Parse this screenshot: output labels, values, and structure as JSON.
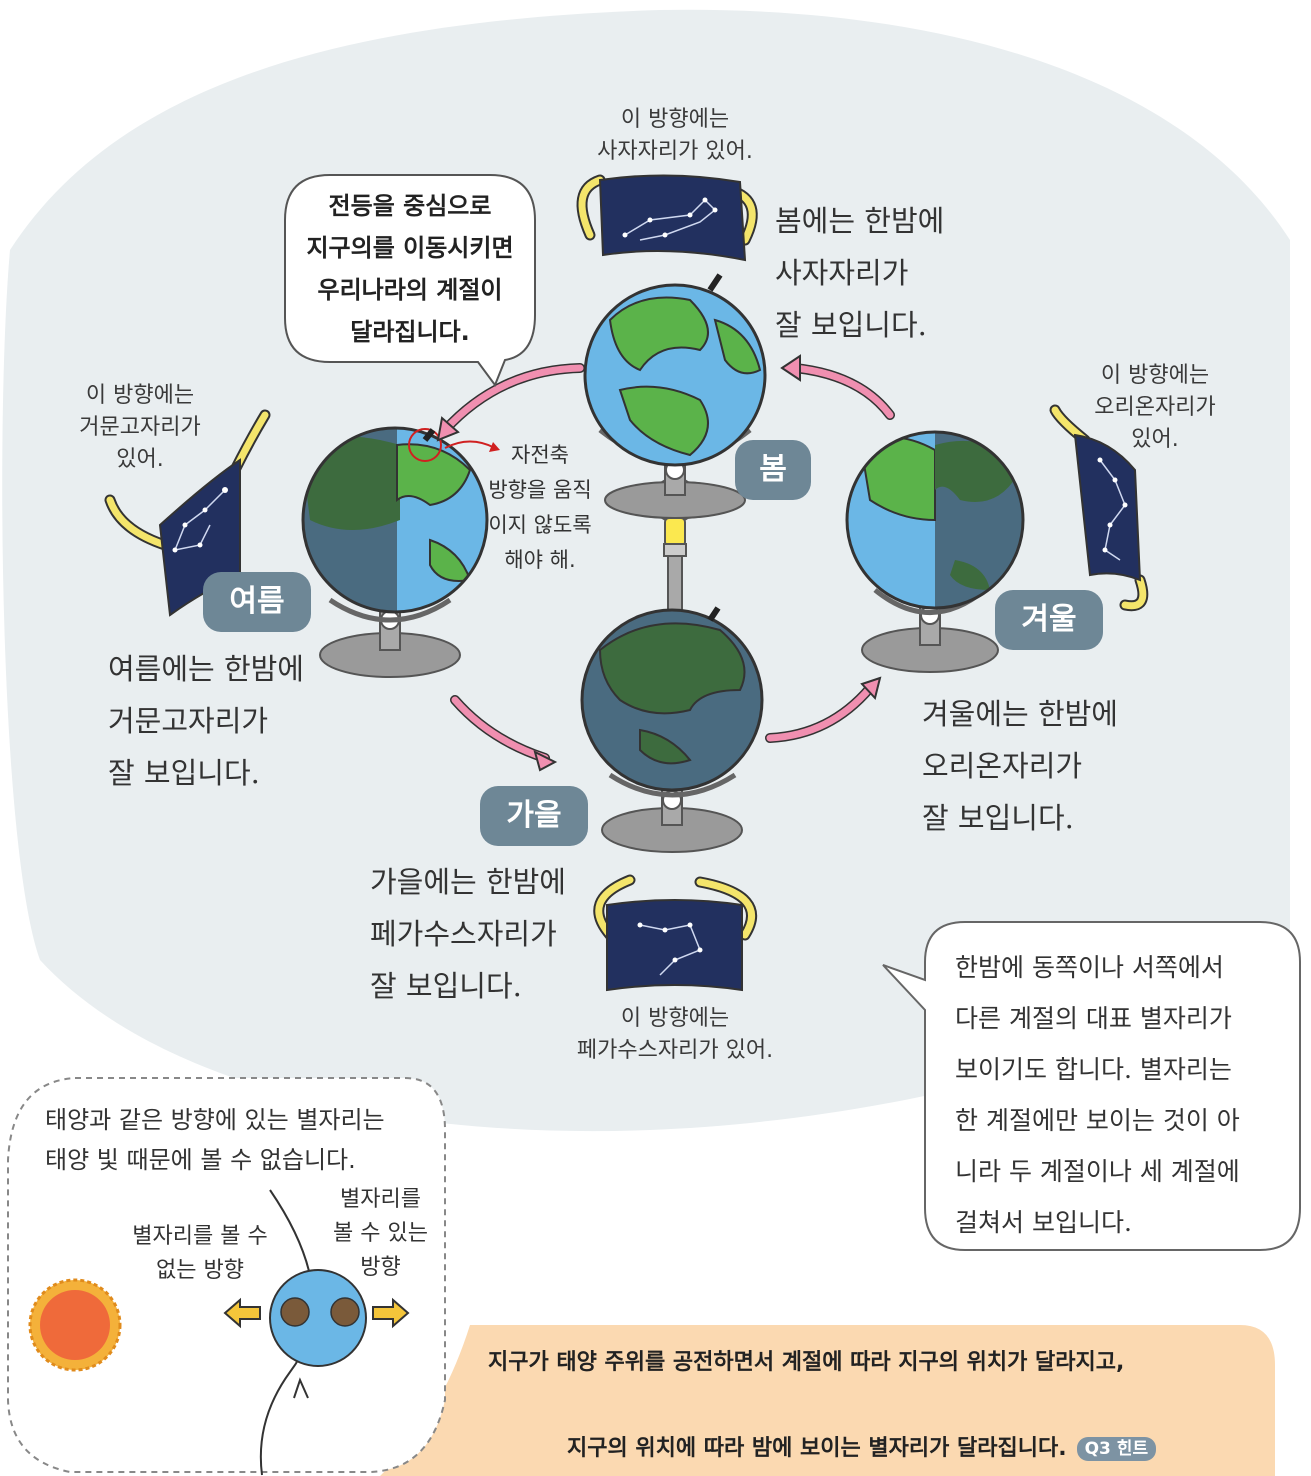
{
  "bubble_main": "전등을 중심으로\n지구의를 이동시키면\n우리나라의 계절이\n달라집니다.",
  "axis_note": "자전축\n방향을 움직\n이지 않도록\n해야 해.",
  "seasons": {
    "spring": {
      "badge": "봄",
      "direction_note": "이 방향에는\n사자자리가 있어.",
      "description": "봄에는 한밤에\n사자자리가\n잘 보입니다."
    },
    "summer": {
      "badge": "여름",
      "direction_note": "이 방향에는\n거문고자리가\n있어.",
      "description": "여름에는 한밤에\n거문고자리가\n잘 보입니다."
    },
    "autumn": {
      "badge": "가을",
      "direction_note": "이 방향에는\n페가수스자리가 있어.",
      "description": "가을에는 한밤에\n페가수스자리가\n잘 보입니다."
    },
    "winter": {
      "badge": "겨울",
      "direction_note": "이 방향에는\n오리온자리가\n있어.",
      "description": "겨울에는 한밤에\n오리온자리가\n잘 보입니다."
    }
  },
  "side_note": "한밤에 동쪽이나 서쪽에서\n다른 계절의 대표 별자리가\n보이기도 합니다. 별자리는\n한 계절에만 보이는 것이 아\n니라 두 계절이나 세 계절에\n걸쳐서 보입니다.",
  "sun_box": {
    "text": "태양과 같은 방향에 있는 별자리는\n태양 빛 때문에 볼 수 없습니다.",
    "cannot_see": "별자리를 볼 수\n없는 방향",
    "can_see": "별자리를\n볼 수 있는\n방향"
  },
  "summary": {
    "line1": "지구가 태양 주위를 공전하면서 계절에 따라 지구의 위치가 달라지고,",
    "line2": "지구의 위치에 따라 밤에 보이는 별자리가 달라집니다.",
    "hint": "Q3 힌트"
  },
  "colors": {
    "background_blob": "#e9eef0",
    "badge": "#6e8796",
    "arrow": "#f08fb0",
    "ocean": "#6bb7e6",
    "land": "#5bb34a",
    "dark_ocean": "#4a6b80",
    "dark_land": "#3d6b3e",
    "star_card": "#22305f",
    "summary_band": "#fbd9b1"
  }
}
